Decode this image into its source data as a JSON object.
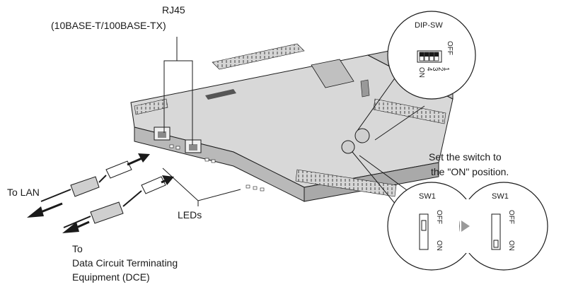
{
  "labels": {
    "rj45_title": "RJ45",
    "rj45_spec": "(10BASE-T/100BASE-TX)",
    "dip_sw": "DIP-SW",
    "dip_off": "OFF",
    "dip_on": "ON",
    "dip_num_1": "1",
    "dip_num_2": "2",
    "dip_num_3": "3",
    "dip_num_4": "4",
    "instruction_line1": "Set the switch to",
    "instruction_line2": "the \"ON\" position.",
    "to_lan": "To LAN",
    "leds": "LEDs",
    "dce_line1": "To",
    "dce_line2": "Data Circuit Terminating",
    "dce_line3": "Equipment (DCE)",
    "sw1_before": "SW1",
    "sw1_after": "SW1",
    "off_before": "OFF",
    "on_before": "ON",
    "off_after": "OFF",
    "on_after": "ON"
  },
  "switch_states": {
    "before": "OFF",
    "after": "ON"
  },
  "colors": {
    "board": "#d6d6d6",
    "board_dark": "#a9a9a9",
    "line": "#1a1a1a",
    "arrow_transition": "#9a9a9a"
  }
}
